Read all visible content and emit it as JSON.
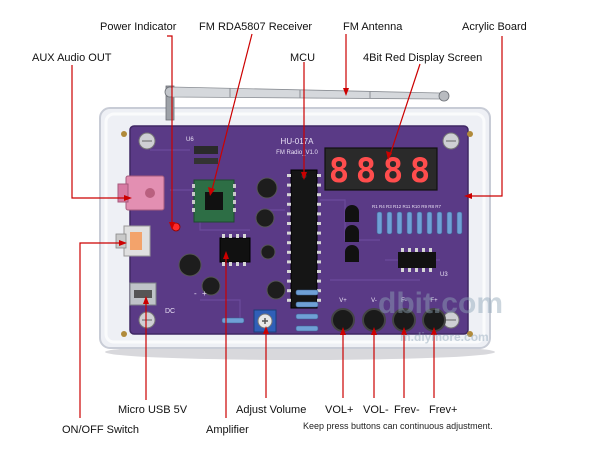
{
  "labels": {
    "power_indicator": "Power Indicator",
    "fm_receiver": "FM RDA5807 Receiver",
    "fm_antenna": "FM Antenna",
    "acrylic_board": "Acrylic Board",
    "aux_audio_out": "AUX Audio OUT",
    "mcu": "MCU",
    "display_screen": "4Bit Red Display Screen",
    "on_off_switch": "ON/OFF Switch",
    "micro_usb": "Micro USB 5V",
    "amplifier": "Amplifier",
    "adjust_volume": "Adjust Volume",
    "vol_plus": "VOL+",
    "vol_minus": "VOL-",
    "frev_minus": "Frev-",
    "frev_plus": "Frev+"
  },
  "note": "Keep press buttons can continuous adjustment.",
  "board": {
    "model": "HU-017A",
    "subtitle": "FM Radio_V1.0",
    "u6_label": "U6",
    "dc_label": "DC",
    "u3_label": "U3",
    "plus_sign": "+",
    "minus_sign": "-",
    "button_labels": [
      "V+",
      "V-",
      "F-",
      "F+"
    ],
    "resistor_row_labels": "R1 R4 R3 R12 R11 R10 R9 R8 R7"
  },
  "display": {
    "digits": [
      "8",
      "8",
      "8",
      "8"
    ]
  },
  "watermark": {
    "main": "dbit.com",
    "sub": "m.diymore.com"
  },
  "colors": {
    "leader": "#cc0000",
    "pcb": "#5a3a86",
    "pcb_trace": "#6e4c9e",
    "acrylic": "#eaecf2",
    "display_bg": "#2a2a2a",
    "segment": "#ff4d4d",
    "jack_pink": "#e38fb2",
    "potentiometer": "#2f5fb8"
  }
}
